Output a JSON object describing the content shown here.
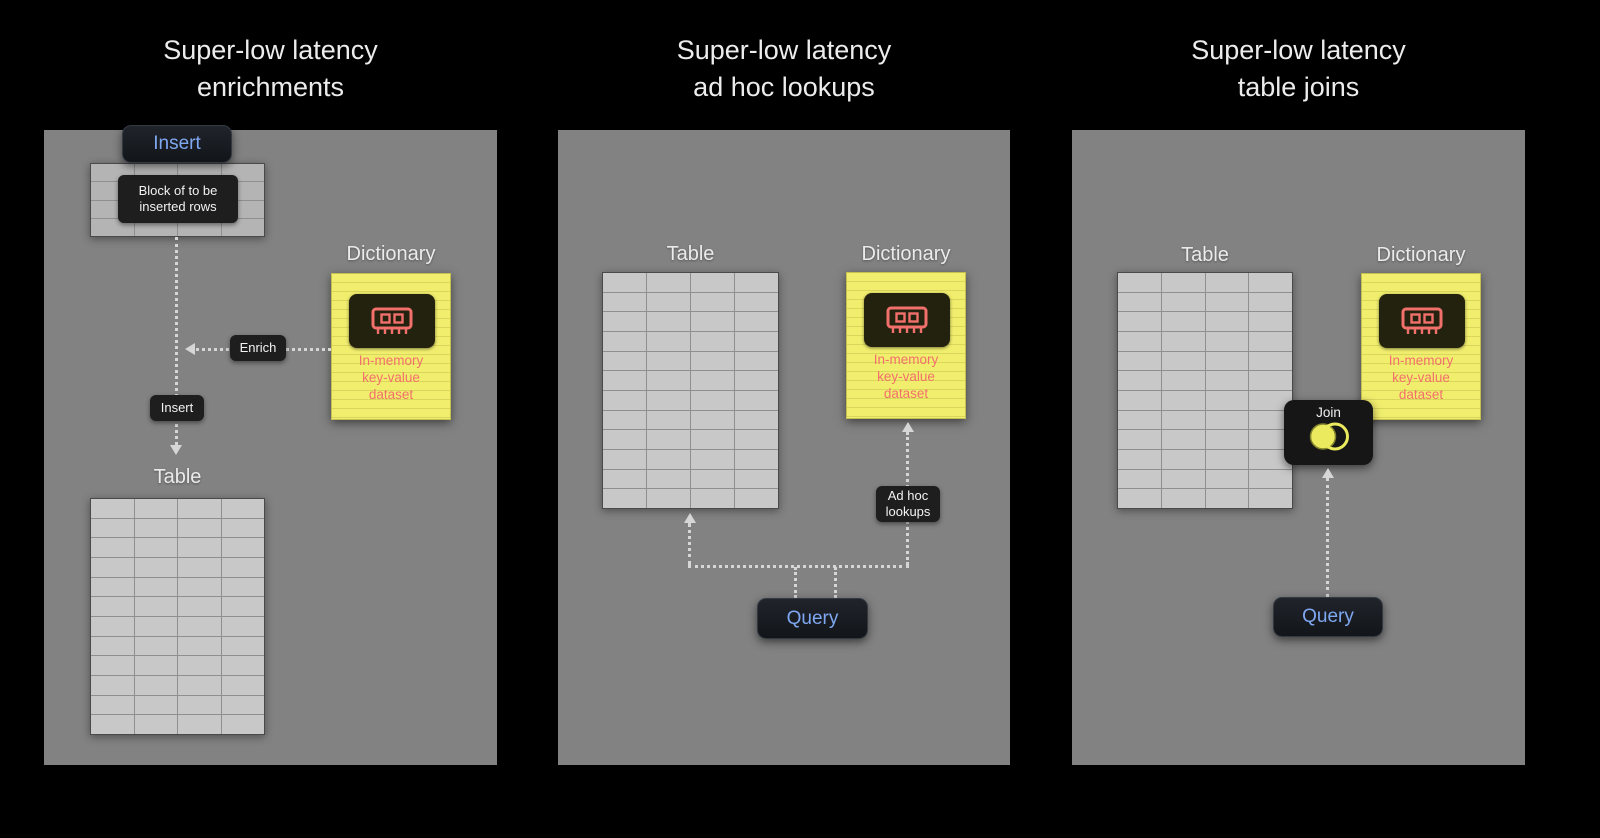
{
  "colors": {
    "background": "#000000",
    "panel_gray": "#828282",
    "accent_blue": "#7fa8f2",
    "accent_yellow": "#f1ee6e",
    "accent_pink": "#f2706b",
    "arrow_gray": "#d6d6d6",
    "chip_dark": "#22220f"
  },
  "panels": {
    "enrichments": {
      "title": "Super-low latency\nenrichments",
      "insert_button": "Insert",
      "block_label": "Block of to be\ninserted rows",
      "insert_arrow_label": "Insert",
      "enrich_arrow_label": "Enrich",
      "dictionary_title": "Dictionary",
      "dictionary_card_text": "In-memory\nkey-value\ndataset",
      "table_title": "Table"
    },
    "adhoc": {
      "title": "Super-low latency\nad hoc lookups",
      "table_title": "Table",
      "dictionary_title": "Dictionary",
      "dictionary_card_text": "In-memory\nkey-value\ndataset",
      "adhoc_arrow_label": "Ad hoc\nlookups",
      "query_button": "Query"
    },
    "joins": {
      "title": "Super-low latency\ntable joins",
      "table_title": "Table",
      "dictionary_title": "Dictionary",
      "dictionary_card_text": "In-memory\nkey-value\ndataset",
      "join_label": "Join",
      "query_button": "Query"
    }
  }
}
